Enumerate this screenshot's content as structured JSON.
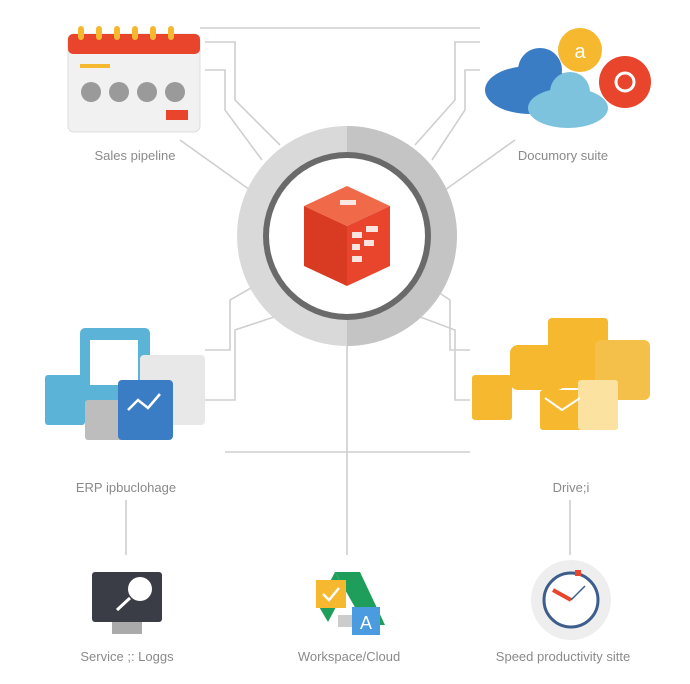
{
  "nodes": {
    "sales": {
      "label": "Sales pipeline",
      "icon": "calendar-dashboard-icon"
    },
    "documents": {
      "label": "Documory suite",
      "icon": "cloud-apps-icon"
    },
    "erp": {
      "label": "ERP ipbuclohage",
      "icon": "document-stack-icon"
    },
    "drive": {
      "label": "Drive;i",
      "icon": "folder-charts-icon"
    },
    "service": {
      "label": "Service ;: Loggs",
      "icon": "monitor-search-icon"
    },
    "workspace": {
      "label": "Workspace/Cloud",
      "icon": "drive-logo-icon"
    },
    "speed": {
      "label": "Speed productivity sitte",
      "icon": "clock-icon"
    }
  },
  "hub": {
    "icon": "red-cube-icon"
  },
  "colors": {
    "red": "#e8452c",
    "yellow": "#f5b82e",
    "blue": "#3b7dc4",
    "green": "#1e9e5a",
    "line": "#c8c8c8"
  }
}
